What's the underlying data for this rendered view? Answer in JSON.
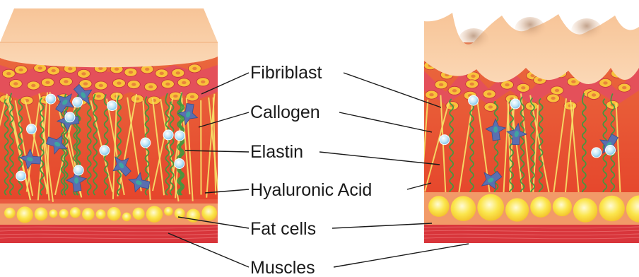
{
  "labels": {
    "fibroblast": "Fibriblast",
    "collagen": "Callogen",
    "elastin": "Elastin",
    "hyaluronic_acid": "Hyaluronic Acid",
    "fat_cells": "Fat cells",
    "muscles": "Muscles"
  },
  "colors": {
    "epidermis_top": "#f9c9a0",
    "epidermis_bottom": "#fbd6b4",
    "epidermis_shadow": "#b98a67",
    "basal_layer": "#e4505a",
    "basal_cell": "#f9c23b",
    "dermis_top": "#e75a3c",
    "dermis_bottom": "#e8472a",
    "collagen_fiber": "#f7e36a",
    "elastin_fiber": "#3f9a3f",
    "fibroblast": "#5a6fb0",
    "hyaluronic_acid": "#bfe6f8",
    "fat_band": "#f29a68",
    "fat_cell": "#fbe24a",
    "muscle": "#d8353b",
    "leader_line": "#1a1a1a"
  }
}
